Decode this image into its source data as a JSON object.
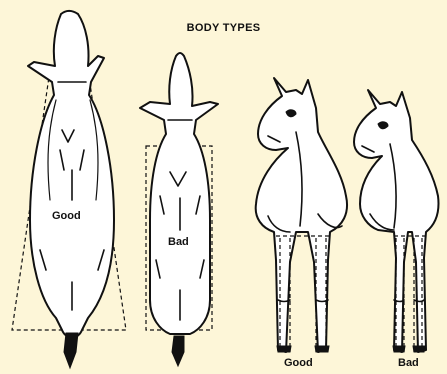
{
  "diagram": {
    "title": "BODY TYPES",
    "labels": {
      "top_good": "Good",
      "top_bad": "Bad",
      "front_good": "Good",
      "front_bad": "Bad"
    }
  }
}
